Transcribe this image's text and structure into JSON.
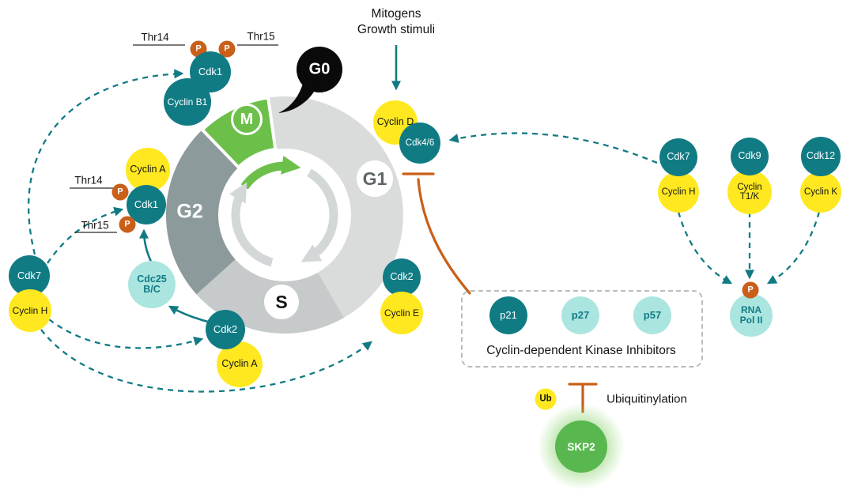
{
  "stimuli": {
    "line1": "Mitogens",
    "line2": "Growth stimuli"
  },
  "phases": {
    "g0": "G0",
    "g1": "G1",
    "s": "S",
    "g2": "G2",
    "m": "M"
  },
  "phospho": {
    "p": "P",
    "thr14_m": "Thr14",
    "thr15_m": "Thr15",
    "thr14_g2": "Thr14",
    "thr15_g2": "Thr15"
  },
  "mitosis_complex": {
    "cdk1": "Cdk1",
    "cyclin_b1": "Cyclin B1"
  },
  "g2_complex": {
    "cyclin_a": "Cyclin A",
    "cdk1": "Cdk1"
  },
  "cak_left": {
    "cdk7": "Cdk7",
    "cyclin_h": "Cyclin H"
  },
  "cdc25": {
    "line1": "Cdc25",
    "line2": "B/C"
  },
  "s_complex": {
    "cdk2": "Cdk2",
    "cyclin_a": "Cyclin A"
  },
  "g1s_complex": {
    "cdk2": "Cdk2",
    "cyclin_e": "Cyclin E"
  },
  "g1_complex": {
    "cyclin_d": "Cyclin D",
    "cdk46": "Cdk4/6"
  },
  "transcription": {
    "cdk7": "Cdk7",
    "cyclin_h": "Cyclin H",
    "cdk9": "Cdk9",
    "cyclin_t_line1": "Cyclin",
    "cyclin_t_line2": "T1/K",
    "cdk12": "Cdk12",
    "cyclin_k": "Cyclin K",
    "rna_line1": "RNA",
    "rna_line2": "Pol II"
  },
  "cki": {
    "p21": "p21",
    "p27": "p27",
    "p57": "p57",
    "caption": "Cyclin-dependent Kinase Inhibitors"
  },
  "ubiquitin": {
    "ub": "Ub",
    "label": "Ubiquitinylation",
    "skp2": "SKP2"
  },
  "colors": {
    "teal": "#117b84",
    "yellow": "#ffe81f",
    "light_cyan": "#abe5e0",
    "orange": "#c95f18",
    "green": "#6cc04a",
    "skp2_green": "#58b84f"
  }
}
